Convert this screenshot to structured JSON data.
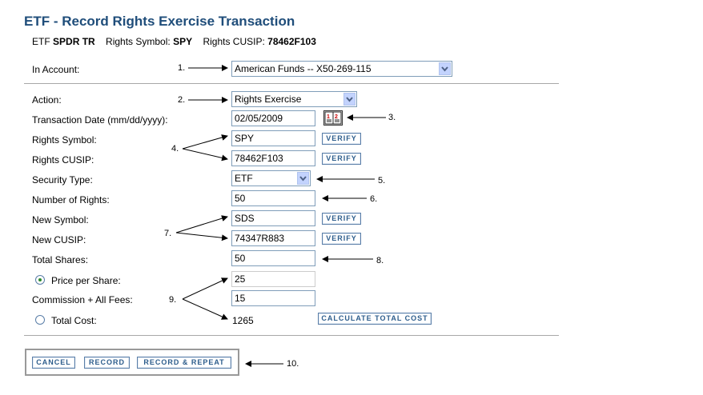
{
  "title": "ETF - Record Rights Exercise Transaction",
  "subheader": {
    "etf_prefix": "ETF",
    "etf_name": "SPDR TR",
    "rights_symbol_label": "Rights Symbol:",
    "rights_symbol_value": "SPY",
    "rights_cusip_label": "Rights CUSIP:",
    "rights_cusip_value": "78462F103"
  },
  "form": {
    "account_label": "In Account:",
    "account_value": "American Funds -- X50-269-115",
    "action_label": "Action:",
    "action_value": "Rights Exercise",
    "date_label": "Transaction Date (mm/dd/yyyy):",
    "date_value": "02/05/2009",
    "rights_symbol_label": "Rights Symbol:",
    "rights_symbol_value": "SPY",
    "rights_cusip_label": "Rights CUSIP:",
    "rights_cusip_value": "78462F103",
    "security_type_label": "Security Type:",
    "security_type_value": "ETF",
    "num_rights_label": "Number of Rights:",
    "num_rights_value": "50",
    "new_symbol_label": "New Symbol:",
    "new_symbol_value": "SDS",
    "new_cusip_label": "New CUSIP:",
    "new_cusip_value": "74347R883",
    "total_shares_label": "Total Shares:",
    "total_shares_value": "50",
    "price_per_share_label": "Price per Share:",
    "price_per_share_value": "25",
    "commission_label": "Commission + All Fees:",
    "commission_value": "15",
    "total_cost_label": "Total Cost:",
    "total_cost_value": "1265",
    "verify_label": "VERIFY",
    "calculate_label": "CALCULATE TOTAL COST"
  },
  "buttons": {
    "cancel": "CANCEL",
    "record": "RECORD",
    "record_repeat": "RECORD & REPEAT"
  },
  "callouts": [
    "1.",
    "2.",
    "3.",
    "4.",
    "5.",
    "6.",
    "7.",
    "8.",
    "9.",
    "10."
  ],
  "colors": {
    "title": "#1f4d7a",
    "button_text": "#2d5d8c",
    "radio_selected": "#2e8b2e"
  }
}
